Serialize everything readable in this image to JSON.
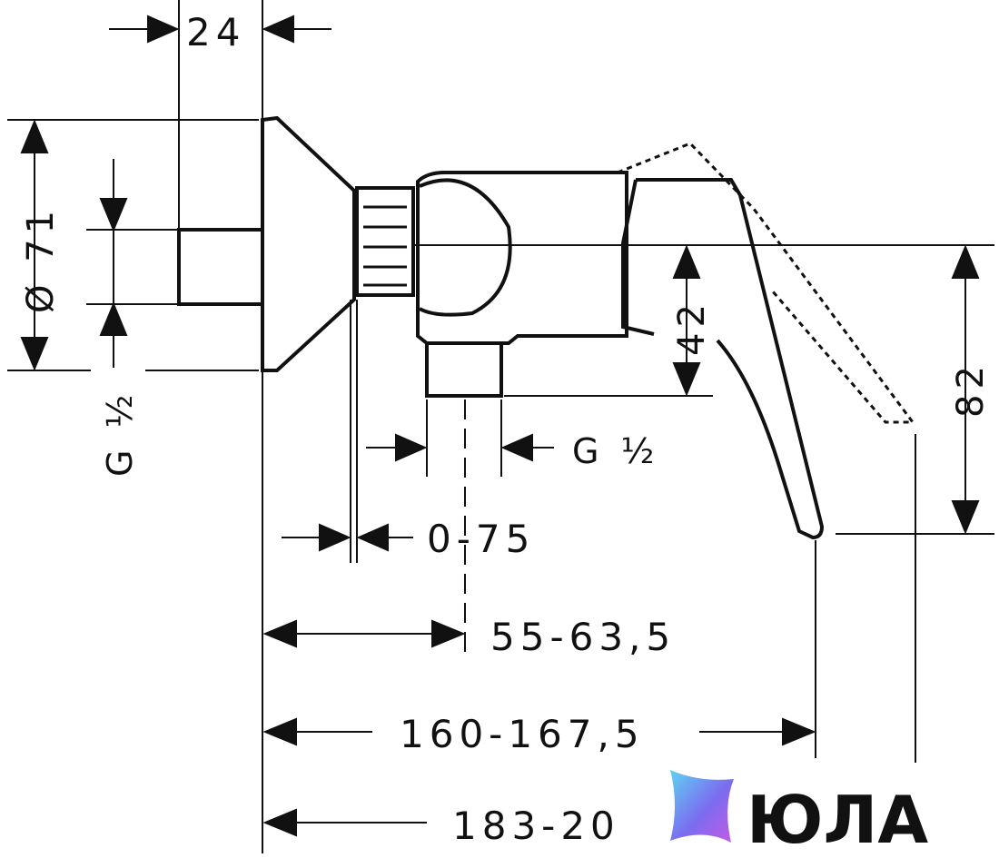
{
  "dimensions": {
    "wall_offset": "24",
    "flange_diameter": "Ø 71",
    "inlet_thread_left": "G ½",
    "handle_height": "42",
    "overall_height": "82",
    "outlet_thread_bottom": "G ½",
    "adjust_range": "0-75",
    "outlet_distance": "55-63,5",
    "lever_reach": "160-167,5",
    "overall_reach": "183-20"
  },
  "logo": {
    "name": "ЮЛА"
  },
  "colors": {
    "line": "#111111",
    "background": "#ffffff",
    "logo_gradient": [
      "#5fd3f3",
      "#7b6cf0",
      "#c45be6"
    ]
  }
}
